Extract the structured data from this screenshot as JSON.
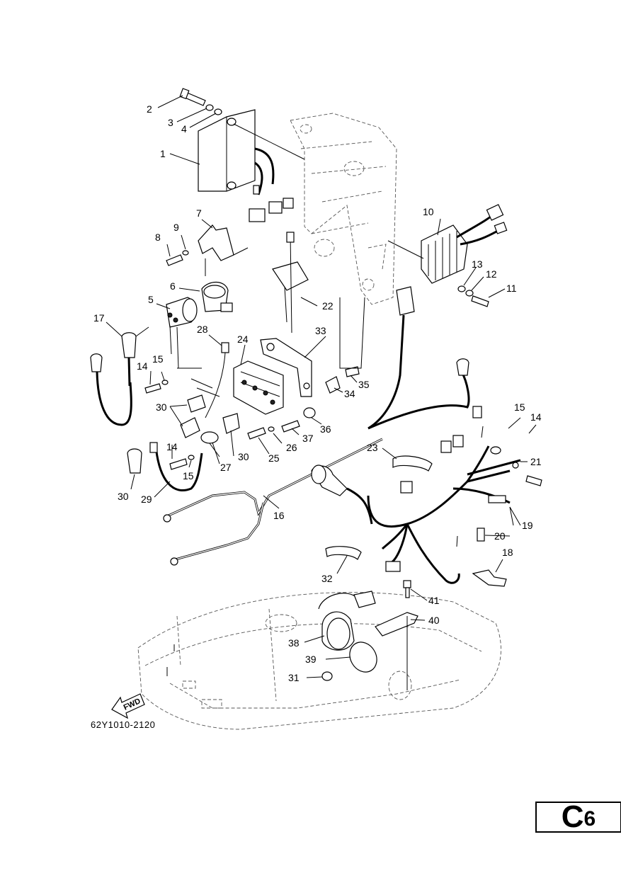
{
  "diagram": {
    "reference_code": "62Y1010-2120",
    "page": {
      "letter": "C",
      "number": "6"
    },
    "direction_label": "FWD",
    "callouts": [
      {
        "id": "c1",
        "label": "1"
      },
      {
        "id": "c2",
        "label": "2"
      },
      {
        "id": "c3",
        "label": "3"
      },
      {
        "id": "c4",
        "label": "4"
      },
      {
        "id": "c5",
        "label": "5"
      },
      {
        "id": "c6",
        "label": "6"
      },
      {
        "id": "c7",
        "label": "7"
      },
      {
        "id": "c8",
        "label": "8"
      },
      {
        "id": "c9",
        "label": "9"
      },
      {
        "id": "c10",
        "label": "10"
      },
      {
        "id": "c11",
        "label": "11"
      },
      {
        "id": "c12",
        "label": "12"
      },
      {
        "id": "c13",
        "label": "13"
      },
      {
        "id": "c14a",
        "label": "14"
      },
      {
        "id": "c14b",
        "label": "14"
      },
      {
        "id": "c14c",
        "label": "14"
      },
      {
        "id": "c15a",
        "label": "15"
      },
      {
        "id": "c15b",
        "label": "15"
      },
      {
        "id": "c15c",
        "label": "15"
      },
      {
        "id": "c16",
        "label": "16"
      },
      {
        "id": "c17",
        "label": "17"
      },
      {
        "id": "c18",
        "label": "18"
      },
      {
        "id": "c19",
        "label": "19"
      },
      {
        "id": "c20",
        "label": "20"
      },
      {
        "id": "c21",
        "label": "21"
      },
      {
        "id": "c22",
        "label": "22"
      },
      {
        "id": "c23",
        "label": "23"
      },
      {
        "id": "c24",
        "label": "24"
      },
      {
        "id": "c25",
        "label": "25"
      },
      {
        "id": "c26",
        "label": "26"
      },
      {
        "id": "c27",
        "label": "27"
      },
      {
        "id": "c28",
        "label": "28"
      },
      {
        "id": "c29",
        "label": "29"
      },
      {
        "id": "c30a",
        "label": "30"
      },
      {
        "id": "c30b",
        "label": "30"
      },
      {
        "id": "c30c",
        "label": "30"
      },
      {
        "id": "c31",
        "label": "31"
      },
      {
        "id": "c32",
        "label": "32"
      },
      {
        "id": "c33",
        "label": "33"
      },
      {
        "id": "c34",
        "label": "34"
      },
      {
        "id": "c35",
        "label": "35"
      },
      {
        "id": "c36",
        "label": "36"
      },
      {
        "id": "c37",
        "label": "37"
      },
      {
        "id": "c38",
        "label": "38"
      },
      {
        "id": "c39",
        "label": "39"
      },
      {
        "id": "c40",
        "label": "40"
      },
      {
        "id": "c41",
        "label": "41"
      }
    ]
  }
}
